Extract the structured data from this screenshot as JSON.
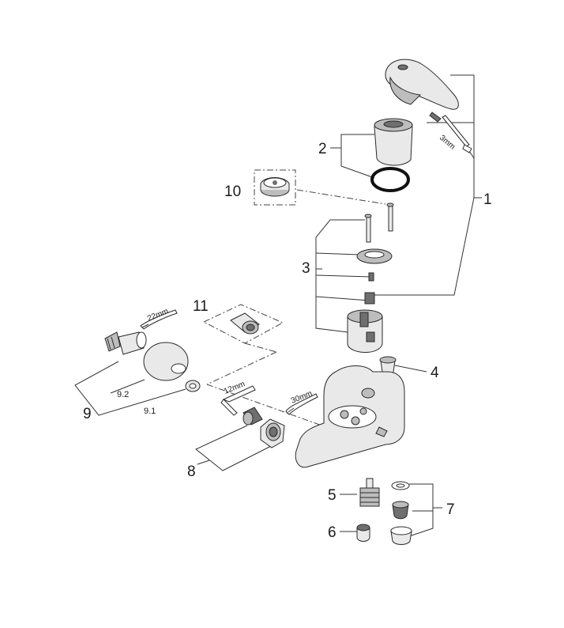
{
  "labels": {
    "l1": "1",
    "l2": "2",
    "l3": "3",
    "l4": "4",
    "l5": "5",
    "l6": "6",
    "l7": "7",
    "l8": "8",
    "l9": "9",
    "l9_1": "9.1",
    "l9_2": "9.2",
    "l10": "10",
    "l11": "11"
  },
  "dimensions": {
    "d3mm": "3mm",
    "d12mm": "12mm",
    "d22mm": "22mm",
    "d30mm": "30mm"
  }
}
